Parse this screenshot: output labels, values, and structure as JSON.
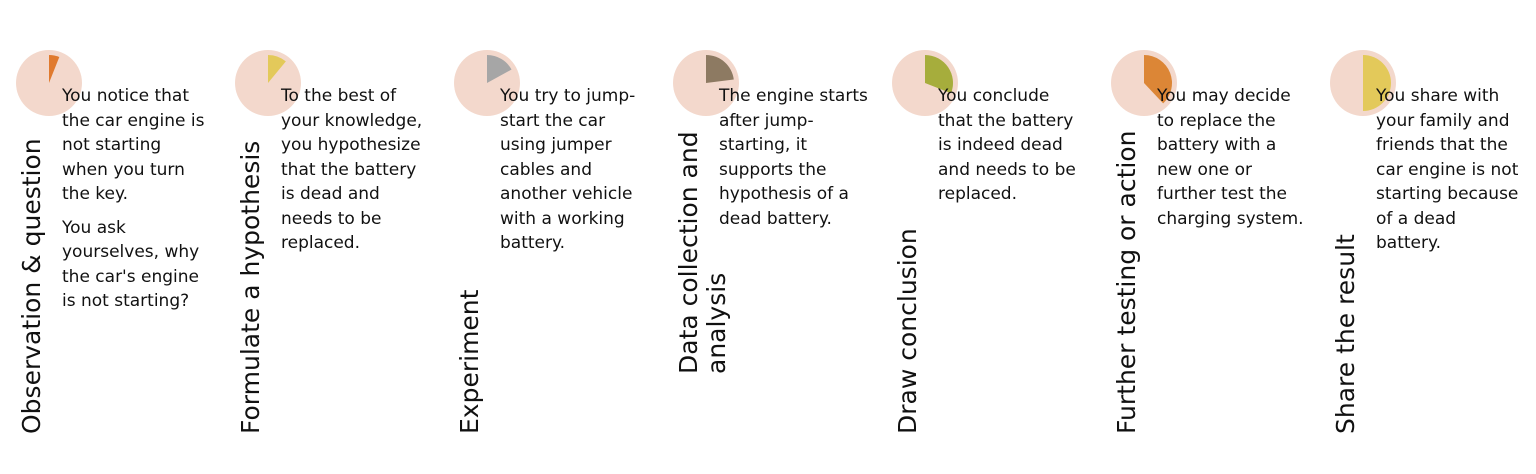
{
  "colors": {
    "ring": "#f3d8cc",
    "background": "#ffffff",
    "text": "#111111"
  },
  "steps": [
    {
      "title": "Observation & question",
      "text": [
        "You notice that the car engine is not starting when you turn the key.",
        "You ask yourselves, why the car's engine is not starting?"
      ],
      "progress": 0.06,
      "color": "#e07a2e",
      "icon": "pie-segment-icon"
    },
    {
      "title": "Formulate a hypothesis",
      "text": [
        "To the best of your knowledge, you hypothesize that the battery is dead and needs to be replaced."
      ],
      "progress": 0.11,
      "color": "#e3c95a",
      "icon": "pie-segment-icon"
    },
    {
      "title": "Experiment",
      "text": [
        "You try to jump-start the car using jumper cables and another vehicle with a working battery."
      ],
      "progress": 0.17,
      "color": "#a6a6a6",
      "icon": "pie-segment-icon"
    },
    {
      "title": "Data collection and analysis",
      "text": [
        "The engine starts after jump-starting, it supports the hypothesis of a dead battery."
      ],
      "progress": 0.23,
      "color": "#8d7a62",
      "icon": "pie-segment-icon"
    },
    {
      "title": "Draw conclusion",
      "text": [
        "You conclude that the battery is indeed dead and needs to be replaced."
      ],
      "progress": 0.31,
      "color": "#a6ad3c",
      "icon": "pie-segment-icon"
    },
    {
      "title": "Further testing or action",
      "text": [
        "You may decide to replace the battery with a new one or further test the charging system."
      ],
      "progress": 0.38,
      "color": "#dc8636",
      "icon": "pie-segment-icon"
    },
    {
      "title": "Share the result",
      "text": [
        "You share with your family and friends that the car engine is not starting because of a dead battery."
      ],
      "progress": 0.5,
      "color": "#e3c95a",
      "icon": "pie-segment-icon"
    }
  ]
}
